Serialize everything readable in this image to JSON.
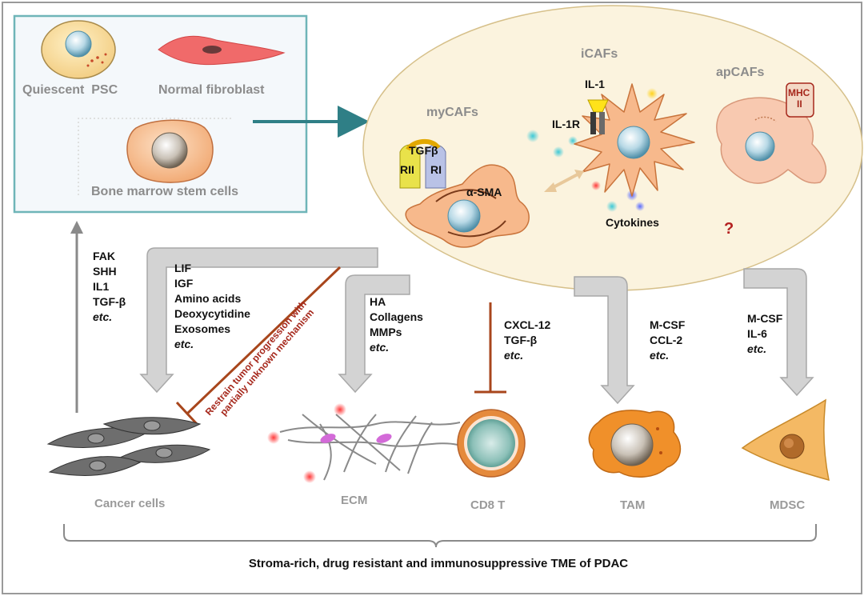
{
  "origin_box": {
    "quiescent_psc": "Quiescent  PSC",
    "normal_fibroblast": "Normal fibroblast",
    "bone_marrow": "Bone marrow stem cells"
  },
  "caf_oval": {
    "icafs": "iCAFs",
    "apcafs": "apCAFs",
    "mycafs": "myCAFs",
    "il1": "IL-1",
    "il1r": "IL-1R",
    "tgfb": "TGFβ",
    "rii": "RII",
    "ri": "RI",
    "asma": "α-SMA",
    "cytokines": "Cytokines",
    "mhc": "MHC",
    "mhc_ii": "II",
    "question": "?"
  },
  "signals": {
    "to_psc": [
      "FAK",
      "SHH",
      "IL1",
      "TGF-β",
      "etc."
    ],
    "to_cancer": [
      "LIF",
      "IGF",
      "Amino acids",
      "Deoxycytidine",
      "Exosomes",
      "etc."
    ],
    "restrain": [
      "Restrain tumor progression with",
      "partially unknown mechanism"
    ],
    "to_ecm": [
      "HA",
      "Collagens",
      "MMPs",
      "etc."
    ],
    "to_cd8": [
      "CXCL-12",
      "TGF-β",
      "etc."
    ],
    "to_tam": [
      "M-CSF",
      "CCL-2",
      "etc."
    ],
    "to_mdsc": [
      "M-CSF",
      "IL-6",
      "etc."
    ]
  },
  "cells": {
    "cancer": "Cancer cells",
    "ecm": "ECM",
    "cd8": "CD8 T",
    "tam": "TAM",
    "mdsc": "MDSC"
  },
  "bottom_caption": "Stroma-rich, drug resistant and immunosuppressive TME of PDAC",
  "colors": {
    "frame": "#9a9a9a",
    "origin_box_border": "#6fb5b8",
    "origin_box_fill": "#f4f8fb",
    "oval_fill": "#fbf3de",
    "oval_stroke": "#d6c08a",
    "teal_arrow": "#2f7f86",
    "grey_arrow": "#d0d0d0",
    "inhibit": "#a8461c",
    "caf_fill": "#f7b98c",
    "cancer_fill": "#6e6e6e"
  }
}
